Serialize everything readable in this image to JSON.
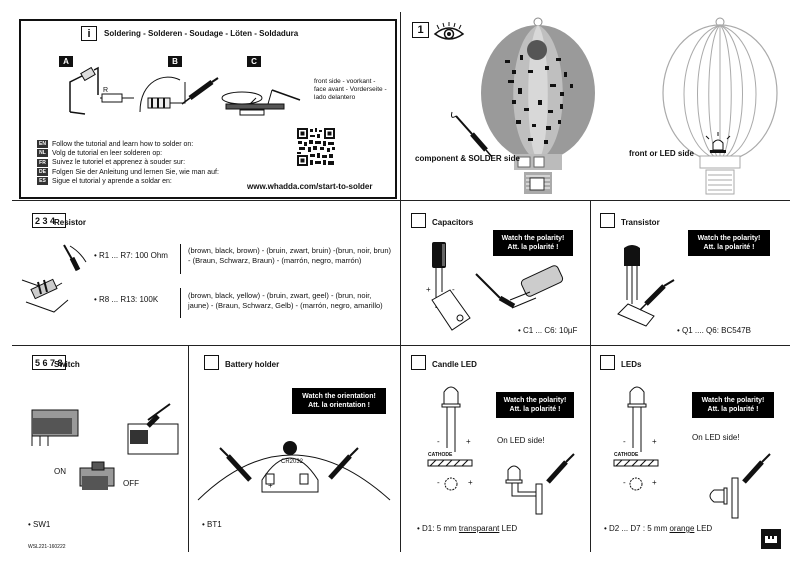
{
  "info_panel": {
    "icon_letter": "i",
    "title": "Soldering - Solderen - Soudage - Löten - Soldadura",
    "step_labels": [
      "A",
      "B",
      "C"
    ],
    "resistor_letter": "R",
    "front_side_text": "front side - voorkant - face avant - Vorderseite - lado delantero",
    "languages": [
      {
        "code": "EN",
        "text": "Follow the tutorial and learn how to solder on:"
      },
      {
        "code": "NL",
        "text": "Volg de tutorial en leer solderen op:"
      },
      {
        "code": "FR",
        "text": "Suivez le tutoriel et apprenez à souder sur:"
      },
      {
        "code": "DE",
        "text": "Folgen Sie der Anleitung und lernen Sie, wie man auf:"
      },
      {
        "code": "ES",
        "text": "Sigue el tutorial y aprende a soldar en:"
      }
    ],
    "url": "www.whadda.com/start-to-solder"
  },
  "step1": {
    "number": "1",
    "component_side_label": "component & SOLDER side",
    "front_side_label": "front or LED side"
  },
  "resistor": {
    "number": "2 3 4",
    "title": "Resistor",
    "r1_label": "• R1 ... R7: 100 Ohm",
    "r1_colors": "(brown, black, brown) - (bruin, zwart, bruin) -(brun, noir, brun) - (Braun, Schwarz, Braun) - (marrón, negro, marrón)",
    "r8_label": "• R8 ... R13: 100K",
    "r8_colors": "(brown, black, yellow) - (bruin, zwart, geel) - (brun, noir, jaune) - (Braun, Schwarz, Gelb) - (marrón, negro, amarillo)"
  },
  "capacitors": {
    "title": "Capacitors",
    "warning_line1": "Watch the polarity!",
    "warning_line2": "Att. la polarité !",
    "plus": "+",
    "minus": "-",
    "part_label": "• C1 ... C6: 10µF"
  },
  "transistor": {
    "title": "Transistor",
    "warning_line1": "Watch the polarity!",
    "warning_line2": "Att. la polarité !",
    "part_label": "• Q1 .... Q6: BC547B"
  },
  "switch": {
    "number": "5 6 7 8",
    "title": "Switch",
    "on_label": "ON",
    "off_label": "OFF",
    "part_label": "• SW1"
  },
  "battery": {
    "title": "Battery holder",
    "warning_line1": "Watch the orientation!",
    "warning_line2": "Att. la orientation !",
    "holder_text": "CR2032",
    "plus": "+",
    "part_label": "• BT1"
  },
  "candle_led": {
    "title": "Candle LED",
    "warning_line1": "Watch the polarity!",
    "warning_line2": "Att. la polarité !",
    "on_led_side": "On LED side!",
    "cathode": "CATHODE",
    "minus": "-",
    "plus": "+",
    "part_prefix": "• D1: 5 mm ",
    "part_colour_word": "transparant",
    "part_suffix": " LED"
  },
  "leds": {
    "title": "LEDs",
    "warning_line1": "Watch the polarity!",
    "warning_line2": "Att. la polarité !",
    "on_led_side": "On LED side!",
    "cathode": "CATHODE",
    "minus": "-",
    "plus": "+",
    "part_prefix": "• D2 ... D7 : 5 mm ",
    "part_colour_word": "orange",
    "part_suffix": " LED"
  },
  "footer": {
    "code": "WSL221-160222"
  }
}
